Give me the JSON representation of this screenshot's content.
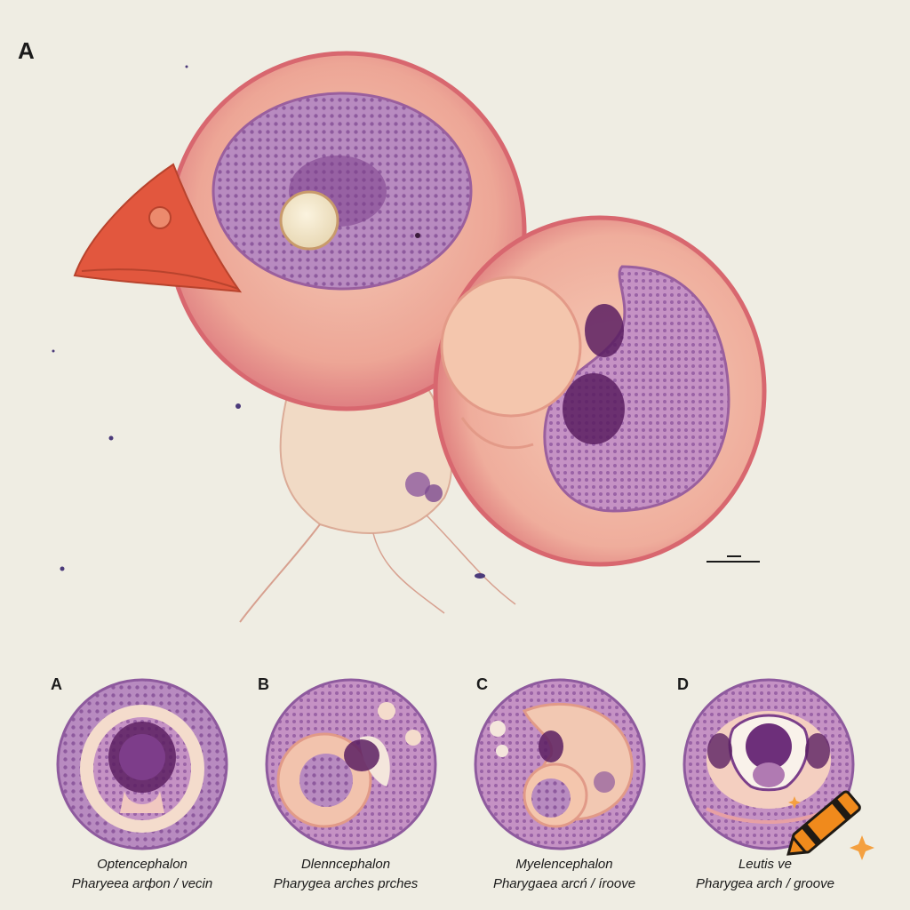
{
  "main_panel": {
    "letter": "A"
  },
  "thumbnails": [
    {
      "letter": "A",
      "caption_line1": "Optencephalon",
      "caption_line2": "Pharyeea arфon / vecin"
    },
    {
      "letter": "B",
      "caption_line1": "Dlenncephalon",
      "caption_line2": "Pharygea arches  prches"
    },
    {
      "letter": "C",
      "caption_line1": "Myelencephalon",
      "caption_line2": "Pharygaea arcń / íroove"
    },
    {
      "letter": "D",
      "caption_line1": "Leutis ve",
      "caption_line2": "Pharygea arch / groove"
    }
  ],
  "colors": {
    "background": "#efede3",
    "tissue_pink": "#e9a79a",
    "tissue_dark": "#d86b72",
    "beak": "#e2573e",
    "neural_purple": "#a56aa8",
    "deep_purple": "#5a1f62",
    "crayon_orange": "#f08a1c"
  },
  "icons": {
    "watermark": "crayon-icon"
  }
}
